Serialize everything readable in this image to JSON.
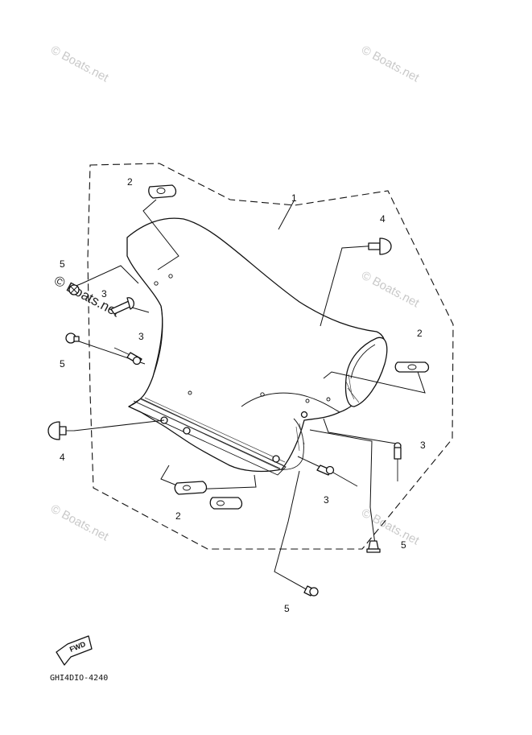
{
  "watermark": {
    "text": "© Boats.net"
  },
  "diagram_code": "GHI4DIO-4240",
  "fwd_badge": {
    "text": "FWD"
  },
  "callouts": {
    "part_1": "1",
    "part_2": "2",
    "part_3": "3",
    "part_4": "4",
    "part_5": "5"
  }
}
